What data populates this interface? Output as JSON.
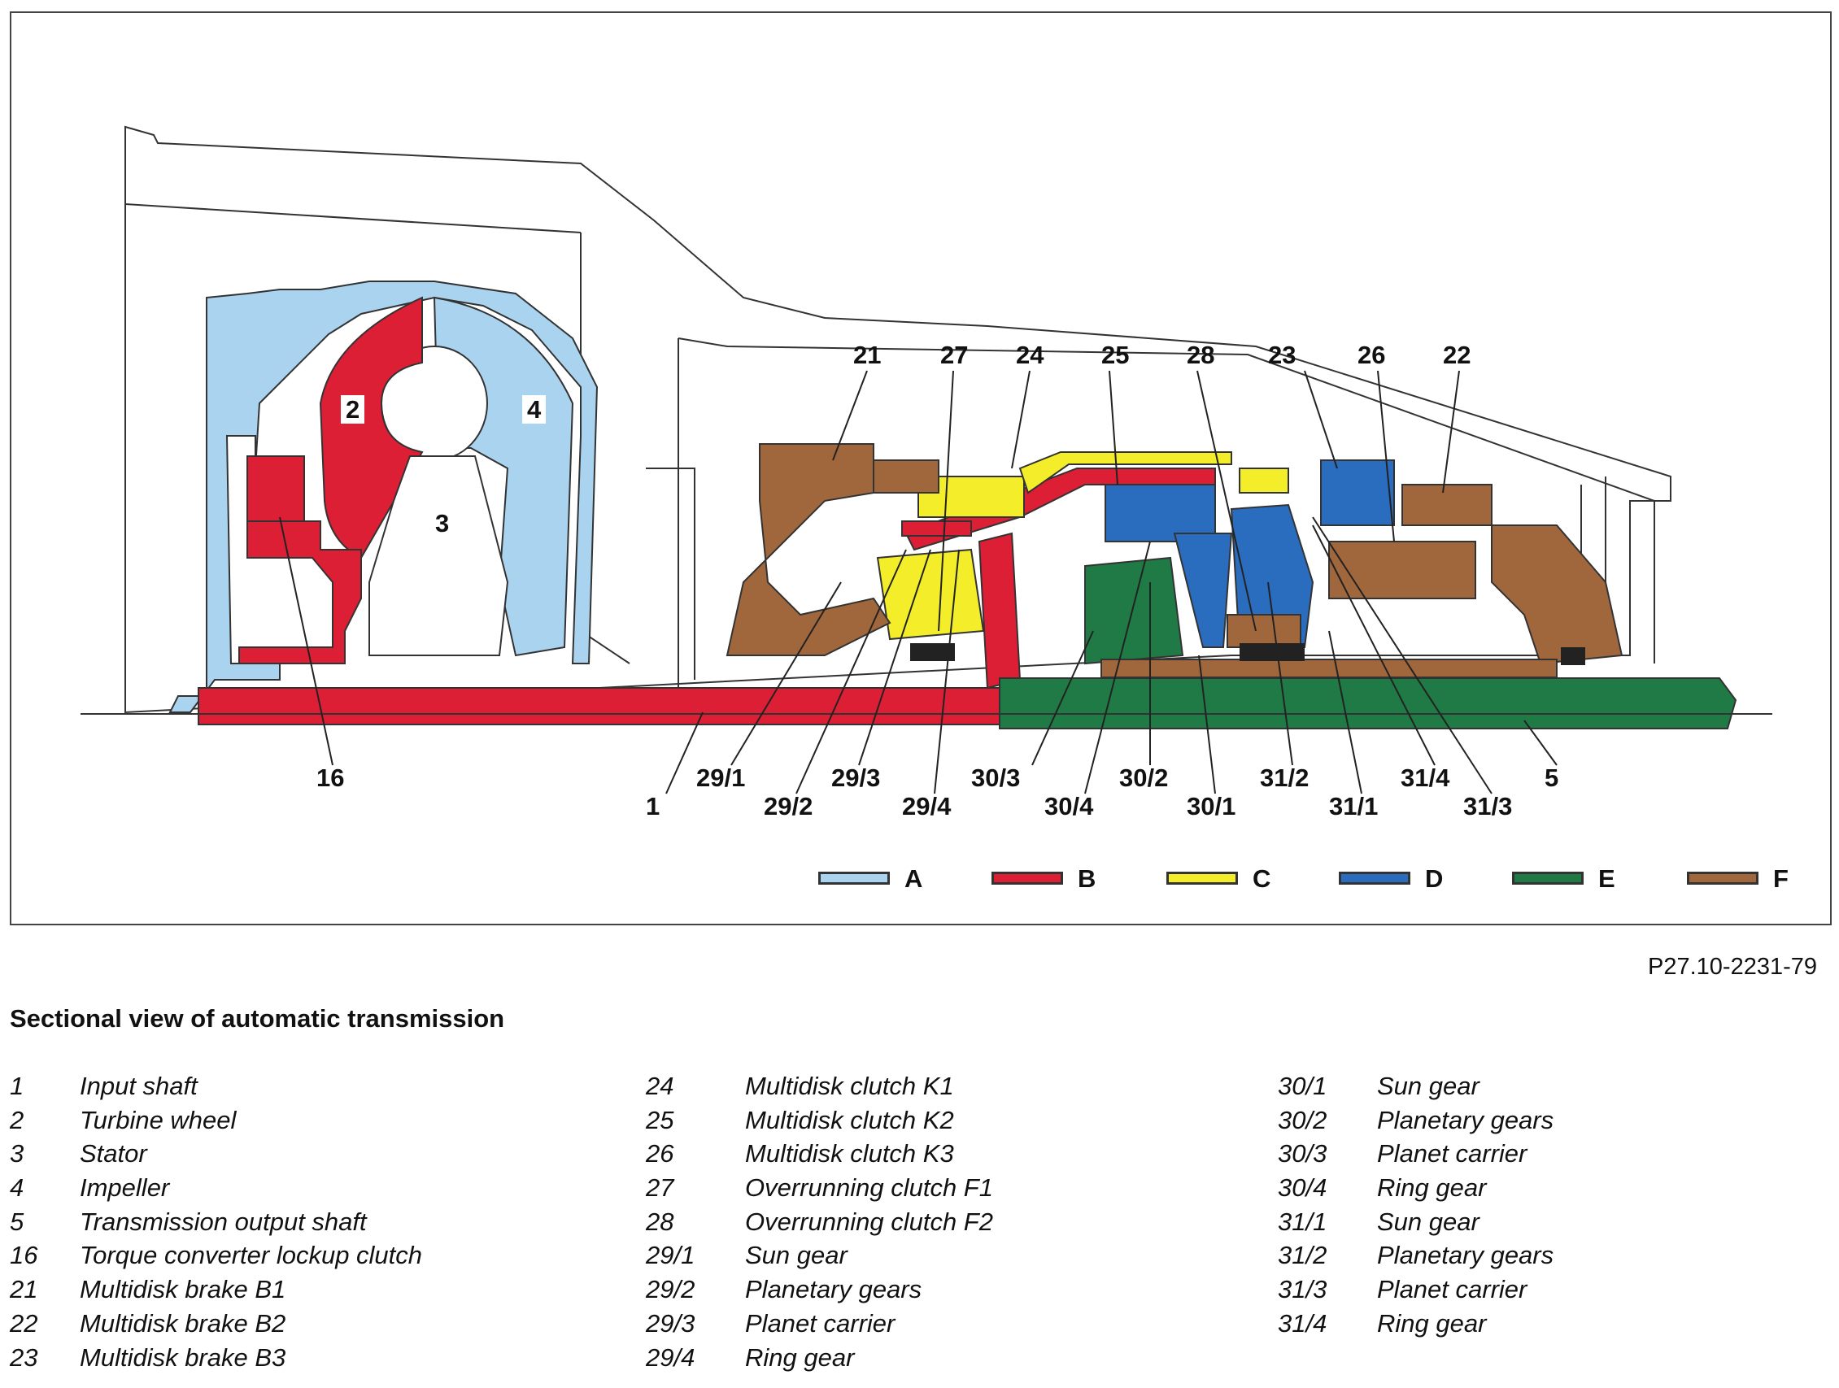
{
  "figure": {
    "reference_code": "P27.10-2231-79",
    "caption": "Sectional view of automatic transmission",
    "callouts": {
      "c16": "16",
      "c21": "21",
      "c27": "27",
      "c24": "24",
      "c25": "25",
      "c28": "28",
      "c23": "23",
      "c26": "26",
      "c22": "22",
      "c1": "1",
      "c29_1": "29/1",
      "c29_2": "29/2",
      "c29_3": "29/3",
      "c29_4": "29/4",
      "c30_3": "30/3",
      "c30_4": "30/4",
      "c30_2": "30/2",
      "c30_1": "30/1",
      "c31_2": "31/2",
      "c31_1": "31/1",
      "c31_4": "31/4",
      "c31_3": "31/3",
      "c5": "5",
      "p2": "2",
      "p3": "3",
      "p4": "4"
    },
    "legend": [
      {
        "label": "A",
        "color": "#a9d3ef"
      },
      {
        "label": "B",
        "color": "#dc1f35"
      },
      {
        "label": "C",
        "color": "#f4ee2a"
      },
      {
        "label": "D",
        "color": "#2a6cbd"
      },
      {
        "label": "E",
        "color": "#1f7a45"
      },
      {
        "label": "F",
        "color": "#a0673d"
      }
    ]
  },
  "key": {
    "col1": [
      {
        "num": "1",
        "desc": "Input shaft"
      },
      {
        "num": "2",
        "desc": "Turbine wheel"
      },
      {
        "num": "3",
        "desc": "Stator"
      },
      {
        "num": "4",
        "desc": "Impeller"
      },
      {
        "num": "5",
        "desc": "Transmission output shaft"
      },
      {
        "num": "16",
        "desc": "Torque converter lockup clutch"
      },
      {
        "num": "21",
        "desc": "Multidisk brake B1"
      },
      {
        "num": "22",
        "desc": "Multidisk brake B2"
      },
      {
        "num": "23",
        "desc": "Multidisk brake B3"
      }
    ],
    "col2": [
      {
        "num": "24",
        "desc": "Multidisk clutch K1"
      },
      {
        "num": "25",
        "desc": "Multidisk clutch K2"
      },
      {
        "num": "26",
        "desc": "Multidisk clutch K3"
      },
      {
        "num": "27",
        "desc": "Overrunning clutch F1"
      },
      {
        "num": "28",
        "desc": "Overrunning clutch F2"
      },
      {
        "num": "29/1",
        "desc": "Sun gear"
      },
      {
        "num": "29/2",
        "desc": "Planetary gears"
      },
      {
        "num": "29/3",
        "desc": "Planet carrier"
      },
      {
        "num": "29/4",
        "desc": "Ring gear"
      }
    ],
    "col3": [
      {
        "num": "30/1",
        "desc": "Sun gear"
      },
      {
        "num": "30/2",
        "desc": "Planetary gears"
      },
      {
        "num": "30/3",
        "desc": "Planet carrier"
      },
      {
        "num": "30/4",
        "desc": "Ring gear"
      },
      {
        "num": "31/1",
        "desc": "Sun gear"
      },
      {
        "num": "31/2",
        "desc": "Planetary gears"
      },
      {
        "num": "31/3",
        "desc": "Planet carrier"
      },
      {
        "num": "31/4",
        "desc": "Ring gear"
      }
    ]
  }
}
